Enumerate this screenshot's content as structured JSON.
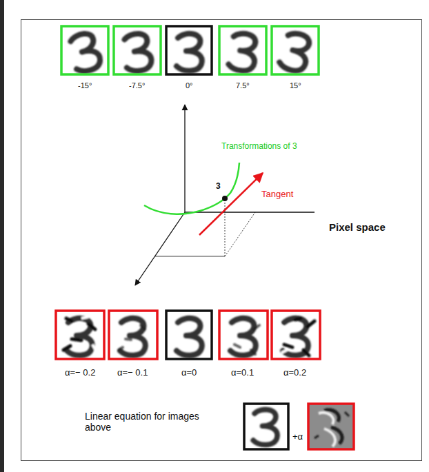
{
  "diagram": {
    "labels": [
      "-15°",
      "-7.5°",
      "0°",
      "7.5°",
      "15°",
      "Transformations of 3",
      "3",
      "Tangent",
      "Pixel space",
      "α=− 0.2",
      "α=− 0.1",
      "α=0",
      "α=0.1",
      "α=0.2",
      "Linear equation for images above",
      "+α"
    ]
  }
}
